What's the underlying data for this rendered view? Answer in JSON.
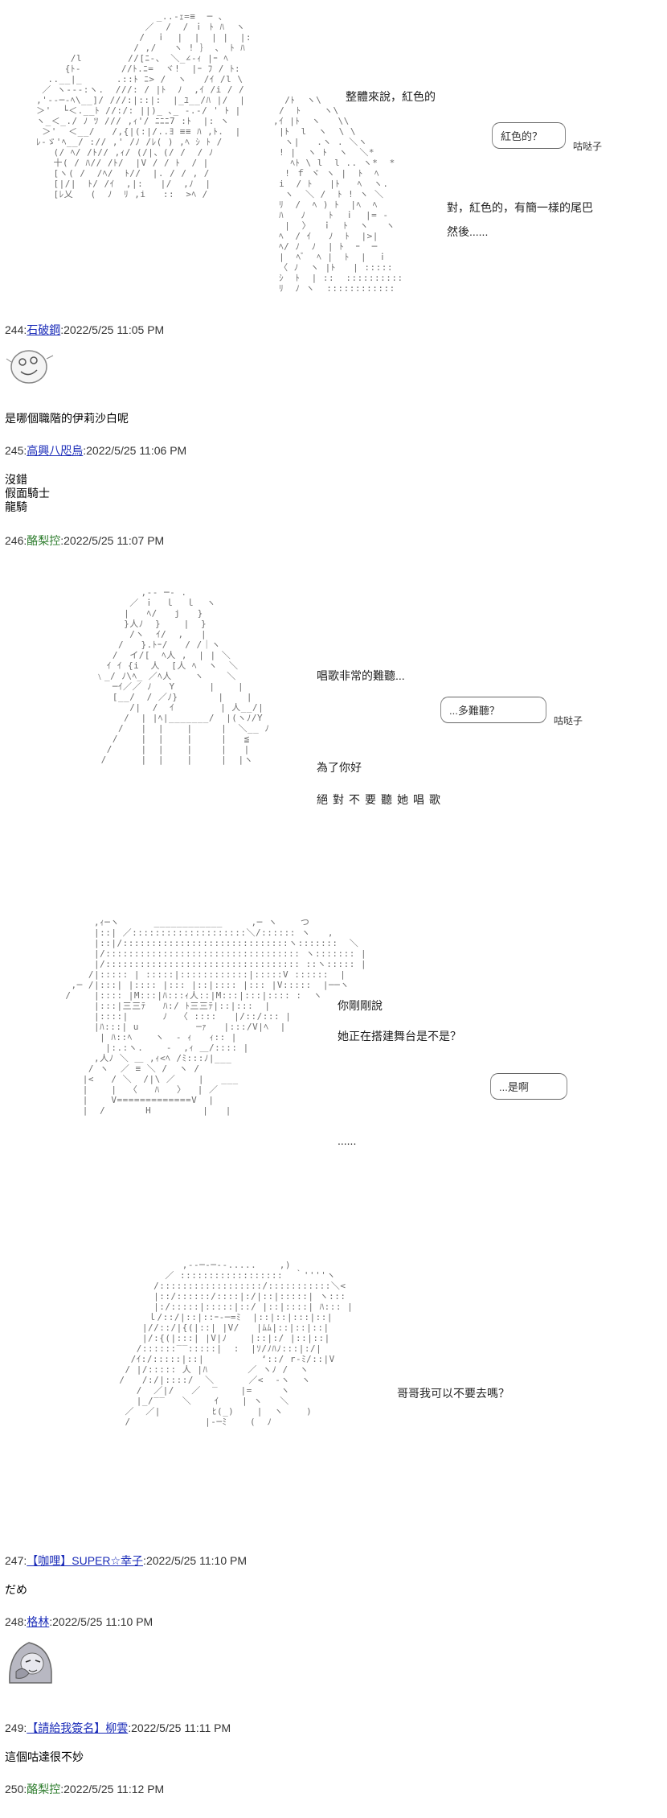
{
  "scene1": {
    "art": "                      _..-ｪ=≡  ─ ､\n                    ／  /  / ｉ ﾄ ﾊ  ヽ\n                   /  ｉ  |  |  | |  |:\n                  / ,/   ヽ ! ｝ 、 ﾄ ﾊ\n       /l        //[ﾆ-、 ＼_∠-ｨ |ｰ ﾍ\n      {ﾄ-       //ﾄ.ﾆ=  ヾ!  |ｰ ﾌ / ﾄ:\n   ..__|_      .::ﾄ ﾆ> /  ヽ   /ｲ /l \\\n  ／ ヽ---:ヽ.  ///: / |ﾄ  ﾉ  ,ｲ /i / /\n ,'‐-─-ﾍ\\__]/ ///:|::|:  |_ﾕ__/ﾊ |/  |\n ＞'  └＜.__ﾄ //:/: ||)_ ､_ -.-/ ' ﾄ |\n ヽ_＜_./ ﾉ ﾂ /// ,ｨ'/ ﾆﾆﾆ7 :ﾄ  |: ヽ\n  ＞'  ＜__/   /,{|(:|/..ﾖ ≡≡ ﾊ ,ﾄ.  |\n ﾚ‐ゞ'ﾍ__/ :// ,' /ﾉ /ﾚ( ) ,ﾍ ｼ ﾄ /\n    (/ ﾍ/ /ﾄ// ,ｨ/ (/|、(/ /  / ﾉ\n    十( / ﾊ// /ﾄ/  |V / / ﾄ  / |\n    [ヽ( /  /ﾍ/  ﾄ//  |. / / , /\n    [|/|  ﾄ/ /ｲ  ,|:   |/  ,ﾉ  |\n    [ﾚ乂   (  ﾉ  ﾘ ,i   ::  >ﾍ /",
    "art2": "  /ﾄ  ヽ\\\n /  ﾄ    ヽ\\\n,ｲ |ﾄ  ヽ   \\\\\n |ﾄ  l  ヽ  \\ \\\n  ヽ|   .ヽ . ＼ヽ\n ! |  ヽ ﾄ  ヽ  ＼*\n   ﾍﾄ \\ l  l .. ヽ*  *\n  ! ｆ ヾ ヽ |  ﾄ  ﾍ\n i  / ﾄ   |ﾄ   ﾍ  ヽ.\n  ヽ  ＼ /  ﾄ ! ヽ ＼\n ﾘ  /  ﾍ ) ﾄ  |ﾍ  ﾍ\n ﾊ   ﾉ    ﾄ  ｉ  |= ‐\n  |  〉  ｉ  ﾄ  ヽ   ヽ\n ﾍ  / ｲ   ﾉ  ﾄ  |>|\n ﾍ/ ﾉ  ﾉ  | ﾄ  ｰ  ─\n |  ﾍﾞ  ﾍ |  ﾄ  |  ｉ\n 〈 ﾉ  ヽ |ﾄ   | ::::: \n ｼ  ﾄ  | ::  ::::::::::\n ﾘ  ﾉ ヽ  ::::::::::::",
    "line1": "整體來說，紅色的",
    "bubble_text": "紅色的？",
    "bubble_speaker": "咕哒子",
    "line2": "對，紅色的，有簡一樣的尾巴",
    "line3": "然後......"
  },
  "posts": [
    {
      "num": "244",
      "name": "石破鋼",
      "name_style": "link",
      "date": "2022/5/25 11:05 PM",
      "body": [
        "是哪個職階的伊莉沙白呢"
      ],
      "has_avatar": true
    },
    {
      "num": "245",
      "name": "高興八咫烏",
      "name_style": "link",
      "date": "2022/5/25 11:06 PM",
      "body": [
        "沒錯",
        "假面騎士",
        "龍騎"
      ]
    },
    {
      "num": "246",
      "name": "酪梨控",
      "name_style": "green",
      "date": "2022/5/25 11:07 PM",
      "body": []
    },
    {
      "num": "247",
      "name": "【咖哩】SUPER☆幸子",
      "name_style": "link",
      "date": "2022/5/25 11:10 PM",
      "body": [
        "だめ"
      ]
    },
    {
      "num": "248",
      "name": "格林",
      "name_style": "link",
      "date": "2022/5/25 11:10 PM",
      "body": [],
      "has_avatar": true
    },
    {
      "num": "249",
      "name": "【請給我簽名】柳雲",
      "name_style": "link",
      "date": "2022/5/25 11:11 PM",
      "body": [
        "這個咕達很不妙"
      ]
    },
    {
      "num": "250",
      "name": "酪梨控",
      "name_style": "green",
      "date": "2022/5/25 11:12 PM",
      "body": []
    }
  ],
  "scene2": {
    "art": "            ,-‐ ─‐ .\n          ／ ｉ  ｌ  ｌ  ヽ\n         |   ﾍ/   j   }\n         }人ﾉ  }    |  }\n          /ヽ  ｲ/  ,   |\n        /   }.ﾄｰ/   / /｜ヽ\n       /  イ/[  ﾍ人 ,  | | ＼\n      ｲ ｲ {i  人  [人 ﾍ  ヽ  ＼\n    ﹨_/ ﾉ\\ﾍ_ ／ﾍ人    ヽ    ＼\n       ─ｲ／／ ﾉ   Y      |    |\n       [__/  / ／ﾉ}       |    |\n          /|  /  ｲ        | 人__/|\n         /  | |ﾍ|_______/  |(ヽﾉ/Y\n        /   |  |    |     |  ＼__ ﾉ\n       /    |  |    |     |   ≦\n      /     |  |    |     |   |\n     /      |  |    |     |  |ヽ",
    "line1": "唱歌非常的難聽...",
    "bubble_text": "...多難聽？",
    "bubble_speaker": "咕哒子",
    "line2": "為了你好",
    "line3": "絕對不要聽她唱歌"
  },
  "scene3": {
    "art": "        ,ｨ─ヽ      ____________     ,─ ヽ    つ\n        |::| ／::::::::::::::::::::＼/:::::: ヽ   ,\n        |::|/:::::::::::::::::::::::::::::ヽ:::::::  ＼\n        |/:::::::::::::::::::::::::::::::::: ヽ::::::: |\n        |/:::::::::::::::::::::::::::::::::: ::ヽ::::: |\n       /|::::: | :::::|::::::::::::|:::::V ::::::  |\n    ,─ /|:::| |:::: |::: |::|:::: |::: |V:::::  |──ヽ\n   /    |:::: |M:::|ﾊ:::ｨ人::|M:::|:::|:::: :  ヽ\n        |:::|三三ﾃ   ﾊ:/ ﾄ三三ﾃ|::|:::  |\n        |::::|      ﾉ  〈 ::::   |/::/::: |\n        |ﾊ:::| u          ─ｧ   |:::/V|ﾍ  |\n         | ﾊ::ﾍ    ヽ  ‐ ｨ   ｨ:: |\n          |:.:ヽ.    -  ,ｨ ＿/:::: |\n        ,人ﾉ ＼ ＿ ,ｨ<ﾍ /ﾐ:::ﾉ|___\n       / ヽ  ／ ≡ ＼ /  ヽ /\n      |<   / ＼  /|\\ ／    |   ___\n      |    |  〈   ﾊ   〉  | ／\n      |    V=============V  |\n      |  /       H         |   |",
    "line1": "你剛剛說",
    "line2": "她正在搭建舞台是不是？",
    "bubble_text": "...是啊",
    "line3": "......"
  },
  "scene4": {
    "art": "                      ,-‐─‐─‐-.....    ,)\n                   ／ ::::::::::::::::::  ｀''''ヽ\n                 /::::::::::::::::::/:::::::::::＼<\n                 |::/::::::/::::|:/|::|:::::| ヽ:::\n                 |:/:::::|:::::|::/ |::|::::| ﾊ::: |\n                ｌ/::/|::|::ｰ‐─=ﾐ  |::|::|:::|::|\n               |//::/|{(|::| |V/   |ﾑﾑ|::|::|::|\n               |/:{(|:::| |V|ﾉ    |::|:/ |::|::|\n              /::::::‾‾:::::|  :  |ｿ/ﾉﾊﾉ:::|:/|\n             /ｲ:/:::::|::|          ‘::/ r‐ﾐ/::|V\n            / |/::::: 人 |ﾊ       ／ ヽﾉ /  ヽ\n           /   /:/|::::/  ＼      ／<  ‐ヽ  ヽ\n              /  ／|/   ／  ‾    |=     ヽ\n              |_/‾‾   ＼    ｲ    | ヽ   ＼\n            ／  ／|         ﾋ(_)    |  ヽ    )\n            /             |‐─ﾐ    (  ﾉ",
    "line1": "哥哥我可以不要去嗎？"
  }
}
